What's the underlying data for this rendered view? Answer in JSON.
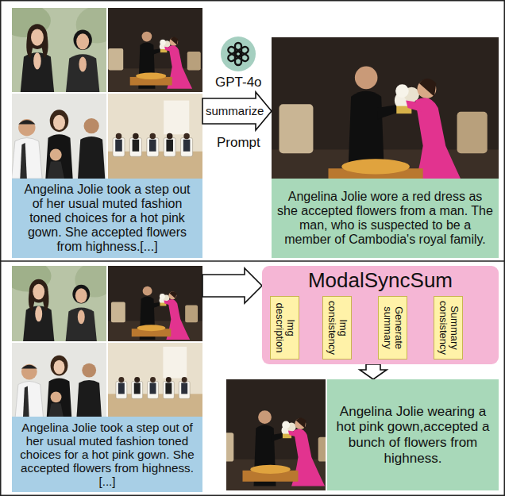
{
  "diagram": {
    "nodes": [
      {
        "text": [
          "Angelina Jolie took a step out of her usual muted fashion toned choices for a hot pink gown. She accepted flowers from highness.[...]"
        ]
      },
      {
        "text": [
          "Angelina Jolie wore a red dress as she accepted flowers from a man. The man, who is suspected to be a member of Cambodia's royal family."
        ]
      },
      {
        "text": [
          "Angelina Jolie took a step out of her usual muted fashion toned choices for a hot pink gown. She accepted flowers from highness.[...]"
        ]
      },
      {
        "text": [
          "ModalSyncSum"
        ]
      },
      {
        "text": [
          "Img description"
        ],
        "in": 3
      },
      {
        "text": [
          "Img consistency"
        ],
        "in": 3
      },
      {
        "text": [
          "Generate summary"
        ],
        "in": 3
      },
      {
        "text": [
          "Summary consistency"
        ],
        "in": 3
      },
      {
        "text": [
          "Angelina Jolie wearing a hot pink gown,accepted a bunch of flowers from highness."
        ]
      }
    ],
    "edges": [
      {
        "from": 0,
        "to": 1,
        "label": "summarize",
        "arrow": "to"
      },
      {
        "from": 2,
        "to": 3,
        "arrow": "to"
      },
      {
        "from": 4,
        "to": 5,
        "arrow": "to"
      },
      {
        "from": 5,
        "to": 6,
        "arrow": "to"
      },
      {
        "from": 6,
        "to": 7,
        "arrow": "to"
      },
      {
        "from": 3,
        "to": 8,
        "arrow": "to"
      }
    ],
    "labels": [
      "GPT-4o",
      "Prompt"
    ]
  }
}
